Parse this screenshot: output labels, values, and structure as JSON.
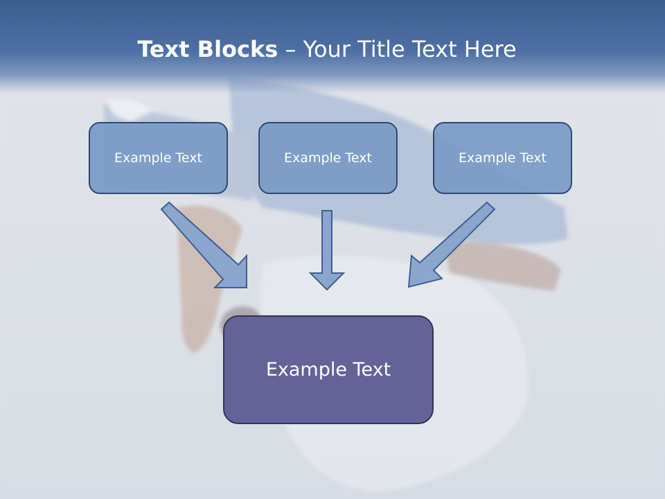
{
  "title": {
    "bold": "Text Blocks",
    "dash": " – ",
    "rest": "Your Title Text Here"
  },
  "boxes": {
    "top": [
      "Example Text",
      "Example Text",
      "Example Text"
    ],
    "main": "Example Text"
  },
  "colors": {
    "header": "#4d6fa3",
    "box_fill": "#789ac7",
    "box_border": "#2d4a73",
    "main_fill": "#646298",
    "arrow_fill": "#8aa6cf",
    "arrow_stroke": "#3f5f8e"
  }
}
